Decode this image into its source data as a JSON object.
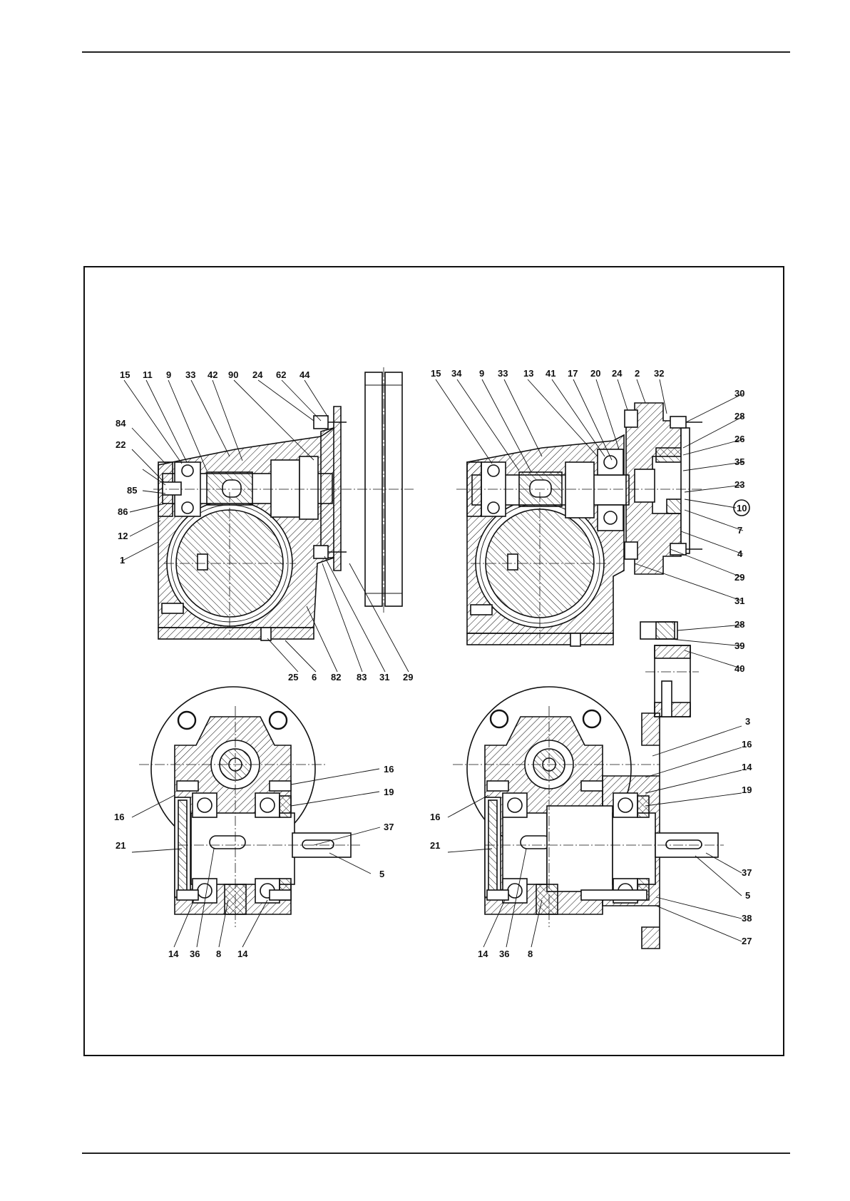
{
  "views": {
    "top_left": {
      "labels": [
        "15",
        "11",
        "9",
        "33",
        "42",
        "90",
        "24",
        "62",
        "44",
        "84",
        "22",
        "85",
        "86",
        "12",
        "1",
        "25",
        "6",
        "82",
        "83",
        "31",
        "29"
      ]
    },
    "top_right": {
      "labels": [
        "15",
        "34",
        "9",
        "33",
        "13",
        "41",
        "17",
        "20",
        "24",
        "2",
        "32",
        "30",
        "28",
        "26",
        "35",
        "23",
        "10",
        "7",
        "4",
        "29",
        "31",
        "28",
        "39",
        "40"
      ]
    },
    "bottom_left": {
      "labels": [
        "16",
        "19",
        "16",
        "37",
        "21",
        "5",
        "14",
        "36",
        "8",
        "14"
      ]
    },
    "bottom_right": {
      "labels": [
        "3",
        "16",
        "14",
        "19",
        "16",
        "21",
        "37",
        "5",
        "38",
        "27",
        "14",
        "36",
        "8"
      ]
    }
  }
}
